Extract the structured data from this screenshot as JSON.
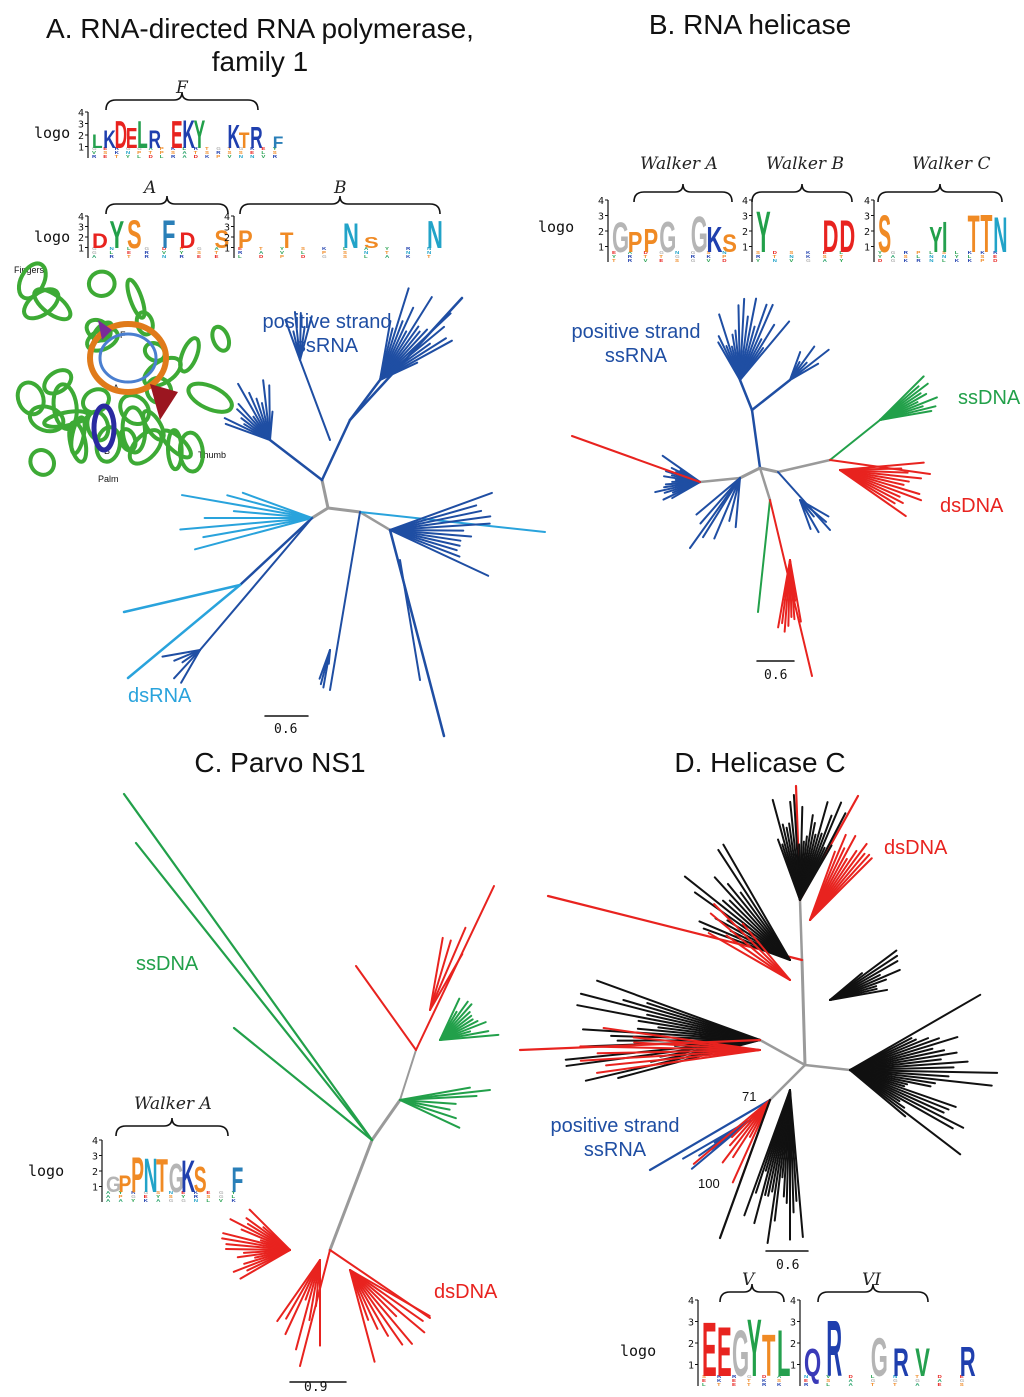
{
  "panels": {
    "a": {
      "title": "A. RNA-directed RNA polymerase,\nfamily 1",
      "logo_label_1": "logo",
      "logo_label_2": "logo",
      "motif_f": "F",
      "motif_a": "A",
      "motif_b": "B",
      "structure_labels": {
        "fingers": "Fingers",
        "thumb": "Thumb",
        "palm": "Palm",
        "f": "F",
        "a": "A",
        "b": "B"
      },
      "label_pos_ssrna": "positive strand\nssRNA",
      "label_dsrna": "dsRNA",
      "scale": "0.6"
    },
    "b": {
      "title": "B. RNA helicase",
      "logo_label": "logo",
      "motif_walker_a": "Walker A",
      "motif_walker_b": "Walker B",
      "motif_walker_c": "Walker C",
      "label_pos_ssrna": "positive strand\nssRNA",
      "label_ssdna": "ssDNA",
      "label_dsdna": "dsDNA",
      "scale": "0.6"
    },
    "c": {
      "title": "C. Parvo NS1",
      "logo_label": "logo",
      "motif_walker_a": "Walker A",
      "label_ssdna": "ssDNA",
      "label_dsdna": "dsDNA",
      "scale": "0.9"
    },
    "d": {
      "title": "D. Helicase C",
      "logo_label": "logo",
      "motif_v": "V",
      "motif_vi": "VI",
      "label_dsdna": "dsDNA",
      "label_pos_ssrna": "positive strand\nssRNA",
      "bootstrap_1": "71",
      "bootstrap_2": "100",
      "scale": "0.6"
    }
  },
  "logos": {
    "a_f": "LKDELRxEKYxxKTRxF",
    "a_ab": "DYSxFDxS",
    "a_b": "PxTxxNSxxN",
    "b_wa": "GPPGxGKS",
    "b_wb": "YxxxDD",
    "b_wc": "SxxxYIxTTN",
    "c_wa": "GPPNTGKSxxF",
    "d_v": "EEGYTL",
    "d_vi": "QRxGRVxR"
  },
  "colors": {
    "pos_ssrna": "#1f4ea3",
    "dsrna": "#29a3dc",
    "ssdna": "#22a04a",
    "dsdna": "#e8231f",
    "other": "#111111",
    "internal": "#9a9a9a",
    "structure": "#3daa35"
  }
}
